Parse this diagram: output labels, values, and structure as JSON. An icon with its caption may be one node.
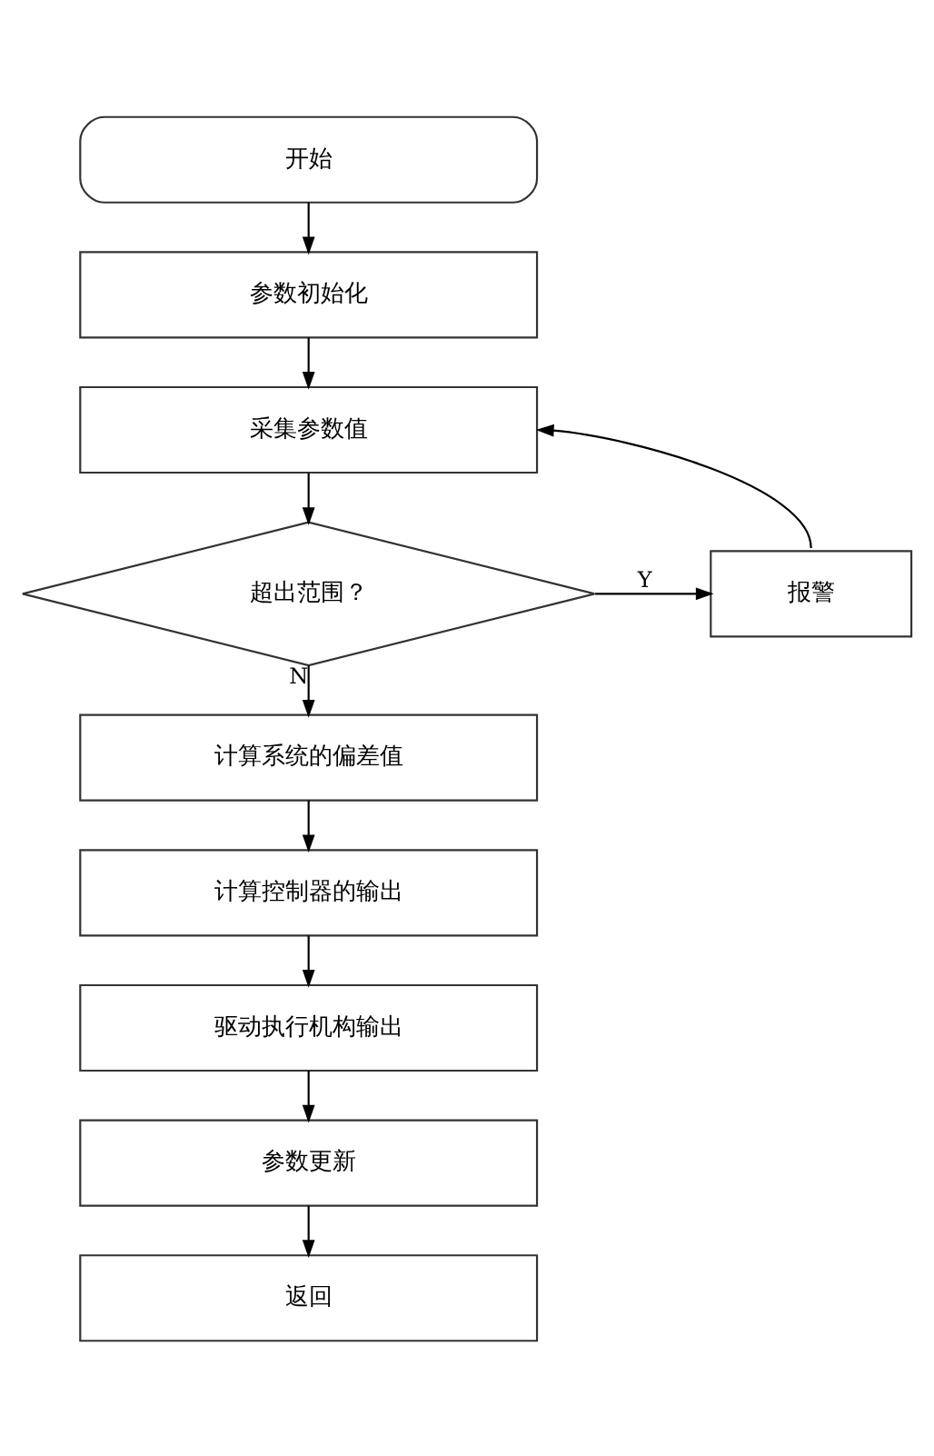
{
  "diagram": {
    "nodes": [
      {
        "text": [
          "开始"
        ]
      },
      {
        "text": [
          "参数初始化"
        ]
      },
      {
        "text": [
          "采集参数值"
        ]
      },
      {
        "text": [
          "超出范围？"
        ]
      },
      {
        "text": [
          "报警"
        ]
      },
      {
        "text": [
          "计算系统的偏差值"
        ]
      },
      {
        "text": [
          "计算控制器的输出"
        ]
      },
      {
        "text": [
          "驱动执行机构输出"
        ]
      },
      {
        "text": [
          "参数更新"
        ]
      },
      {
        "text": [
          "返回"
        ]
      }
    ],
    "edges": [
      {
        "from": 0,
        "to": 1,
        "arrow": "to"
      },
      {
        "from": 1,
        "to": 2,
        "arrow": "to"
      },
      {
        "from": 2,
        "to": 3,
        "arrow": "to"
      },
      {
        "from": 3,
        "to": 4,
        "arrow": "to",
        "label": "Y"
      },
      {
        "from": 4,
        "to": 2,
        "arrow": "to"
      },
      {
        "from": 3,
        "to": 5,
        "arrow": "to",
        "label": "N"
      },
      {
        "from": 5,
        "to": 6,
        "arrow": "to"
      },
      {
        "from": 6,
        "to": 7,
        "arrow": "to"
      },
      {
        "from": 7,
        "to": 8,
        "arrow": "to"
      },
      {
        "from": 8,
        "to": 9,
        "arrow": "to"
      }
    ]
  }
}
